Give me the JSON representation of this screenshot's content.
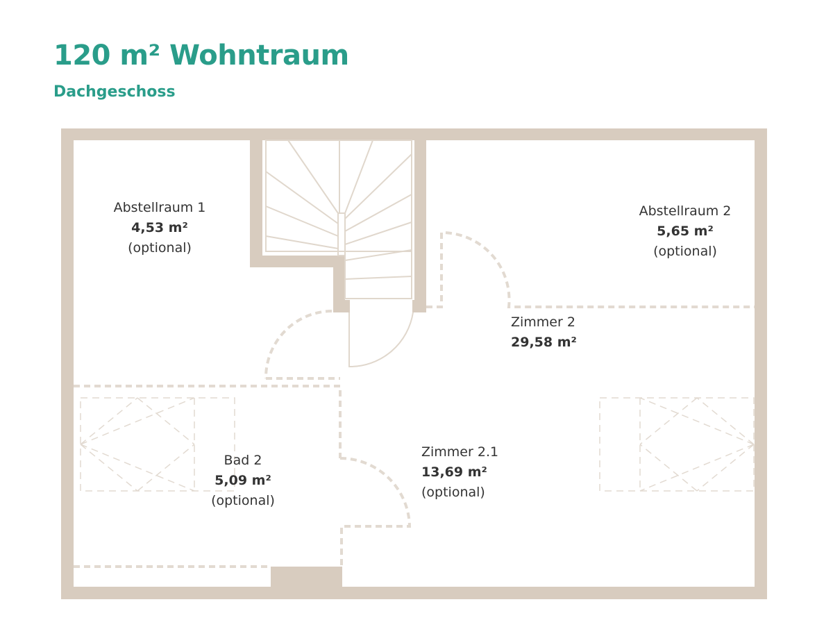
{
  "header": {
    "title": "120 m² Wohntraum",
    "subtitle": "Dachgeschoss"
  },
  "colors": {
    "accent": "#2a9d8a",
    "wall": "#d8ccbf",
    "dashed": "#e0d8cf",
    "text": "#333333"
  },
  "rooms": [
    {
      "name": "Abstellraum 1",
      "area": "4,53 m²",
      "note": "(optional)"
    },
    {
      "name": "Abstellraum 2",
      "area": "5,65 m²",
      "note": "(optional)"
    },
    {
      "name": "Zimmer 2",
      "area": "29,58 m²"
    },
    {
      "name": "Bad 2",
      "area": "5,09 m²",
      "note": "(optional)"
    },
    {
      "name": "Zimmer 2.1",
      "area": "13,69 m²",
      "note": "(optional)"
    }
  ],
  "icons": {
    "staircase": "staircase-icon",
    "door": "door-swing-icon",
    "skylight": "skylight-window-icon"
  }
}
